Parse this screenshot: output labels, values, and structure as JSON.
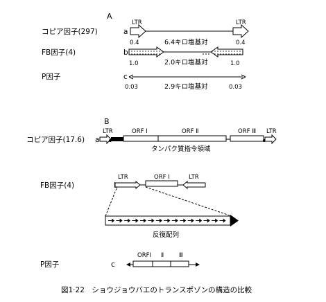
{
  "section_a": {
    "label": "A",
    "copia": {
      "name": "コピア因子(297)",
      "letter": "a",
      "ltr_left": "LTR",
      "ltr_right": "LTR",
      "end_left": "0.4",
      "end_right": "0.4",
      "length": "6.4キロ塩基対"
    },
    "fb": {
      "name": "FB因子(4)",
      "letter": "b",
      "end_left": "1.0",
      "end_right": "1.0",
      "length": "2.0キロ塩基対"
    },
    "p": {
      "name": "P因子",
      "letter": "c",
      "end_left": "0.03",
      "end_right": "0.03",
      "length": "2.9キロ塩基対"
    }
  },
  "section_b": {
    "label": "B",
    "copia": {
      "name": "コピア因子(17.6)",
      "letter": "a",
      "ltr_left": "LTR",
      "ltr_right": "LTR",
      "orf1": "ORF Ⅰ",
      "orf2": "ORF Ⅱ",
      "orf3": "ORF Ⅲ",
      "region": "タンパク質指令領域"
    },
    "fb": {
      "name": "FB因子(4)",
      "letter": "b",
      "ltr_left": "LTR",
      "ltr_right": "LTR",
      "orf1": "ORF Ⅰ",
      "repeat": "反復配列"
    },
    "p": {
      "name": "P因子",
      "letter": "c",
      "orf1": "ORFⅠ",
      "orf2": "Ⅱ",
      "orf3": "Ⅲ"
    }
  },
  "caption": "図1·22　ショウジョウバエのトランスポゾンの構造の比較"
}
